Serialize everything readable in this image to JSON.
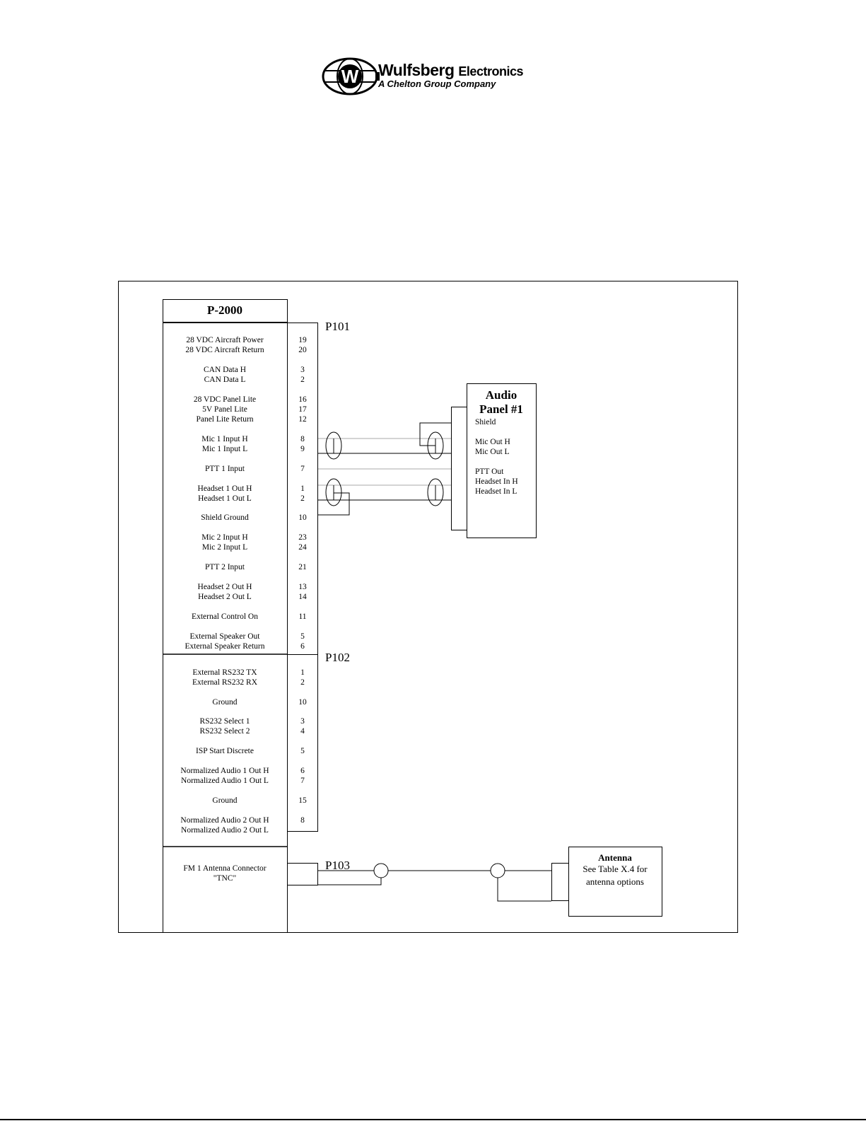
{
  "header": {
    "brand_name": "Wulfsberg",
    "brand_suffix": "Electronics",
    "tagline": "A Chelton Group Company"
  },
  "unit": {
    "title": "P-2000",
    "connectors": [
      {
        "id": "P101",
        "pins": [
          {
            "signal": "28 VDC Aircraft Power",
            "pin": "19"
          },
          {
            "signal": "28 VDC Aircraft Return",
            "pin": "20"
          },
          {
            "signal": "CAN Data H",
            "pin": "3"
          },
          {
            "signal": "CAN Data L",
            "pin": "2"
          },
          {
            "signal": "28 VDC Panel Lite",
            "pin": "16"
          },
          {
            "signal": "5V Panel Lite",
            "pin": "17"
          },
          {
            "signal": "Panel Lite Return",
            "pin": "12"
          },
          {
            "signal": "Mic 1 Input H",
            "pin": "8"
          },
          {
            "signal": "Mic 1 Input L",
            "pin": "9"
          },
          {
            "signal": "PTT 1 Input",
            "pin": "7"
          },
          {
            "signal": "Headset 1 Out H",
            "pin": "1"
          },
          {
            "signal": "Headset 1 Out L",
            "pin": "2"
          },
          {
            "signal": "Shield Ground",
            "pin": "10"
          },
          {
            "signal": "Mic 2 Input H",
            "pin": "23"
          },
          {
            "signal": "Mic 2 Input L",
            "pin": "24"
          },
          {
            "signal": "PTT 2 Input",
            "pin": "21"
          },
          {
            "signal": "Headset 2 Out H",
            "pin": "13"
          },
          {
            "signal": "Headset 2 Out L",
            "pin": "14"
          },
          {
            "signal": "External Control On",
            "pin": "11"
          },
          {
            "signal": "External Speaker Out",
            "pin": "5"
          },
          {
            "signal": "External Speaker Return",
            "pin": "6"
          }
        ]
      },
      {
        "id": "P102",
        "pins": [
          {
            "signal": "External RS232 TX",
            "pin": "1"
          },
          {
            "signal": "External RS232 RX",
            "pin": "2"
          },
          {
            "signal": "Ground",
            "pin": "10"
          },
          {
            "signal": "RS232 Select 1",
            "pin": "3"
          },
          {
            "signal": "RS232 Select 2",
            "pin": "4"
          },
          {
            "signal": "ISP Start Discrete",
            "pin": "5"
          },
          {
            "signal": "Normalized Audio 1 Out H",
            "pin": "6"
          },
          {
            "signal": "Normalized Audio 1 Out L",
            "pin": "7"
          },
          {
            "signal": "Ground",
            "pin": "15"
          },
          {
            "signal": "Normalized Audio 2 Out H",
            "pin": "8"
          },
          {
            "signal": "Normalized Audio 2 Out L",
            "pin": ""
          }
        ]
      },
      {
        "id": "P103",
        "pins": [
          {
            "signal": "FM 1 Antenna Connector",
            "pin": ""
          },
          {
            "signal": "\"TNC\"",
            "pin": ""
          }
        ]
      }
    ]
  },
  "audio_panel": {
    "title_line1": "Audio",
    "title_line2": "Panel #1",
    "pins": [
      "Shield",
      "Mic Out H",
      "Mic Out L",
      "PTT Out",
      "Headset In H",
      "Headset In L"
    ]
  },
  "antenna": {
    "title": "Antenna",
    "line2": "See Table X.4 for",
    "line3": "antenna options"
  }
}
